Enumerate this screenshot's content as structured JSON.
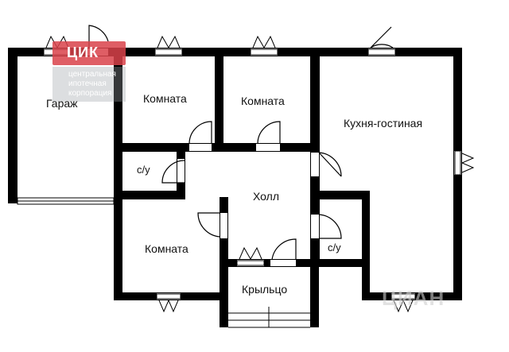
{
  "rooms": {
    "garage": "Гараж",
    "room_top_left": "Комната",
    "room_top_middle": "Комната",
    "kitchen_living": "Кухня-гостиная",
    "bathroom_left": "с/у",
    "hall": "Холл",
    "room_bottom": "Комната",
    "bathroom_right": "с/у",
    "porch": "Крыльцо"
  },
  "logo": {
    "mark": "ЦИК",
    "caption": "центральная ипотечная корпорация"
  },
  "watermark": "ЦИАН",
  "colors": {
    "wall": "#000000",
    "background": "#ffffff",
    "logo_red": "#d9424a"
  }
}
